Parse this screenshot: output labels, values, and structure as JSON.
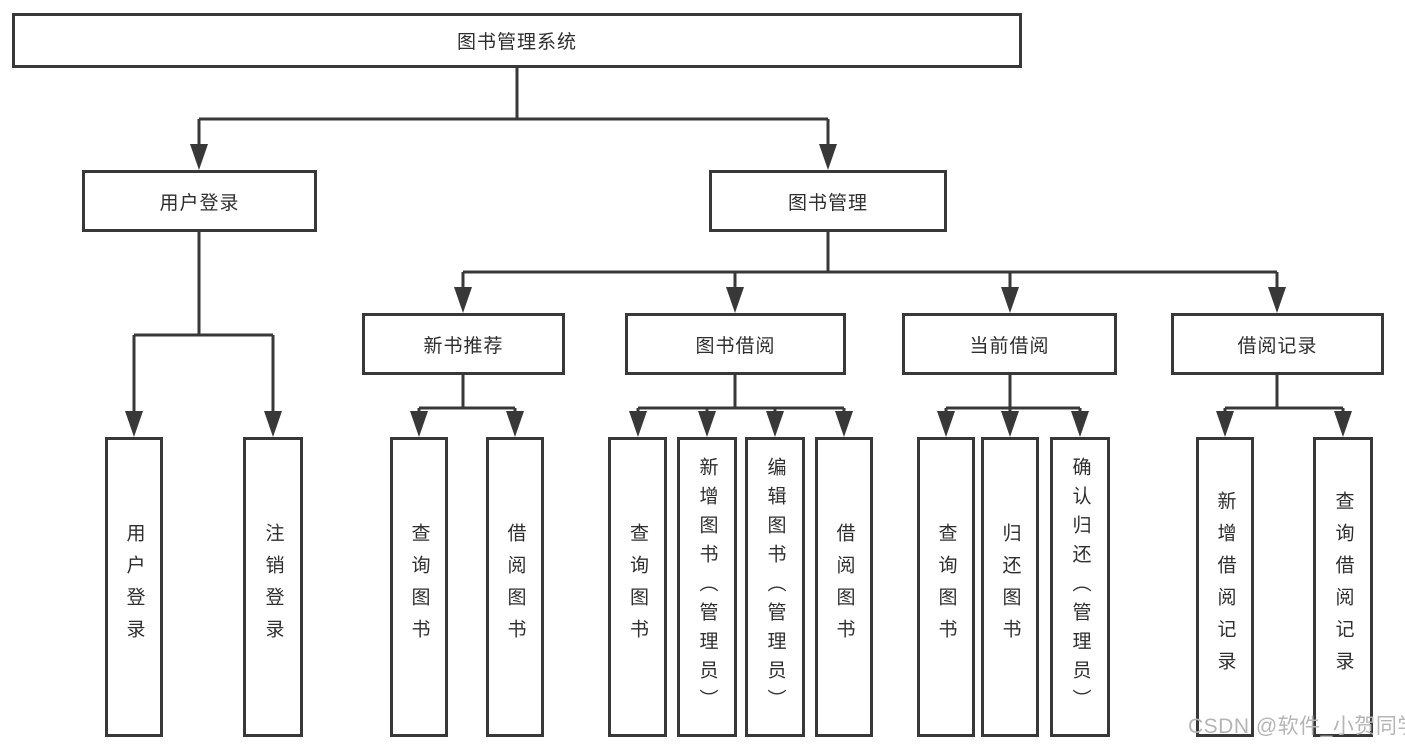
{
  "diagram_title": "图书管理系统",
  "watermark": "CSDN @软件_小贺同学",
  "colors": {
    "line": "#383838",
    "box_border": "#383838",
    "text": "#2e2e2e",
    "background": "#ffffff",
    "watermark": "#b5b5b5"
  },
  "tree": {
    "root": {
      "label": "图书管理系统"
    },
    "level2": [
      {
        "id": "user-login",
        "label": "用户登录"
      },
      {
        "id": "book-management",
        "label": "图书管理"
      }
    ],
    "level3": [
      {
        "id": "new-book-recommend",
        "label": "新书推荐",
        "parent": "book-management"
      },
      {
        "id": "book-borrowing",
        "label": "图书借阅",
        "parent": "book-management"
      },
      {
        "id": "current-borrowing",
        "label": "当前借阅",
        "parent": "book-management"
      },
      {
        "id": "borrowing-records",
        "label": "借阅记录",
        "parent": "book-management"
      }
    ],
    "leaves": [
      {
        "label": "用户登录",
        "parent": "user-login"
      },
      {
        "label": "注销登录",
        "parent": "user-login"
      },
      {
        "label": "查询图书",
        "parent": "new-book-recommend"
      },
      {
        "label": "借阅图书",
        "parent": "new-book-recommend"
      },
      {
        "label": "查询图书",
        "parent": "book-borrowing"
      },
      {
        "label": "新增图书（管理员）",
        "parent": "book-borrowing"
      },
      {
        "label": "编辑图书（管理员）",
        "parent": "book-borrowing"
      },
      {
        "label": "借阅图书",
        "parent": "book-borrowing"
      },
      {
        "label": "查询图书",
        "parent": "current-borrowing"
      },
      {
        "label": "归还图书",
        "parent": "current-borrowing"
      },
      {
        "label": "确认归还（管理员）",
        "parent": "current-borrowing"
      },
      {
        "label": "新增借阅记录",
        "parent": "borrowing-records"
      },
      {
        "label": "查询借阅记录",
        "parent": "borrowing-records"
      }
    ]
  }
}
